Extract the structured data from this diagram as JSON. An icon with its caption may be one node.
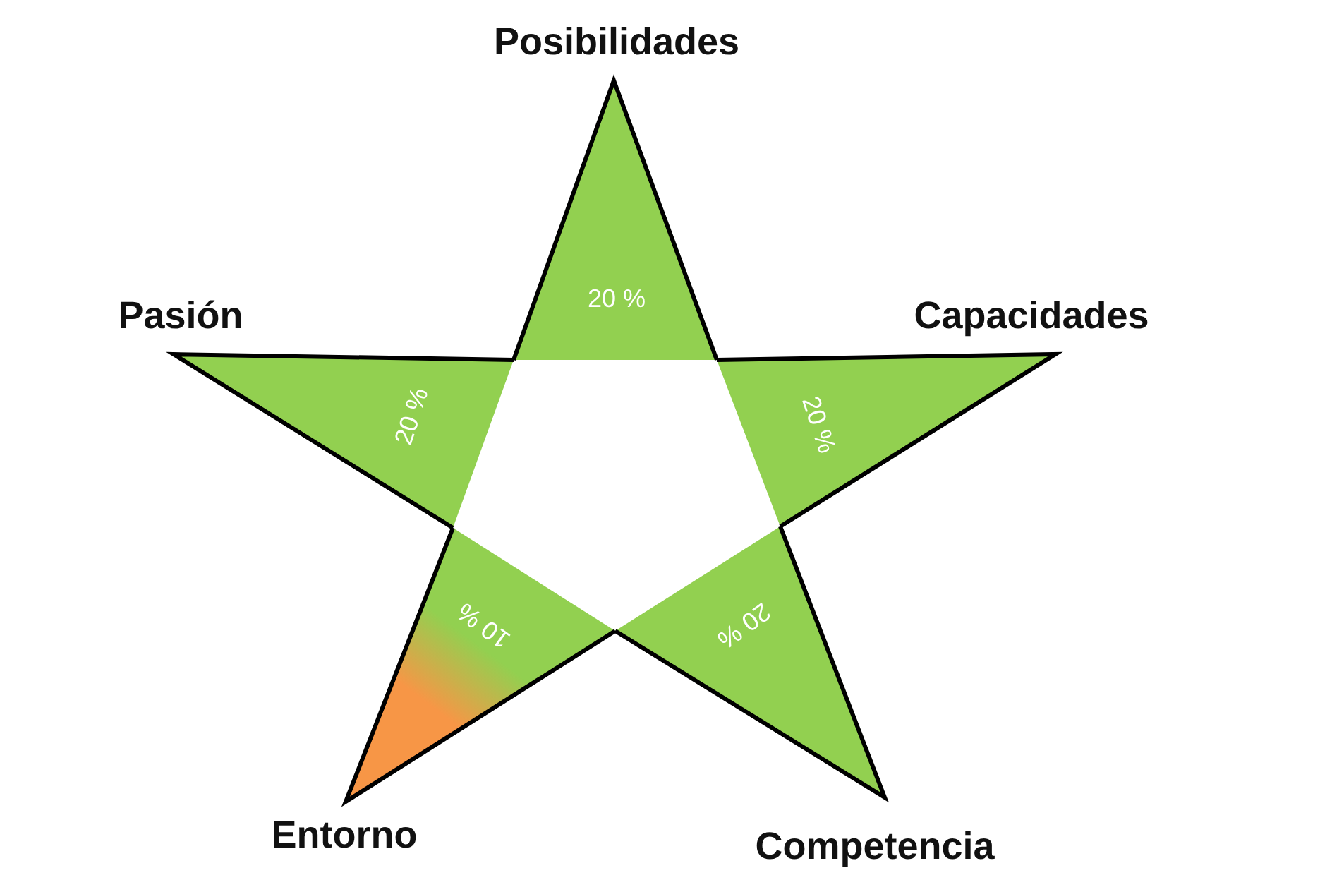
{
  "diagram": {
    "nodes": [
      {
        "text": [
          "Posibilidades",
          "20 %"
        ]
      },
      {
        "text": [
          "Capacidades",
          "20 %"
        ]
      },
      {
        "text": [
          "Competencia",
          "20 %"
        ]
      },
      {
        "text": [
          "Entorno",
          "10 %"
        ]
      },
      {
        "text": [
          "Pasión",
          "20 %"
        ]
      }
    ],
    "edges": []
  }
}
